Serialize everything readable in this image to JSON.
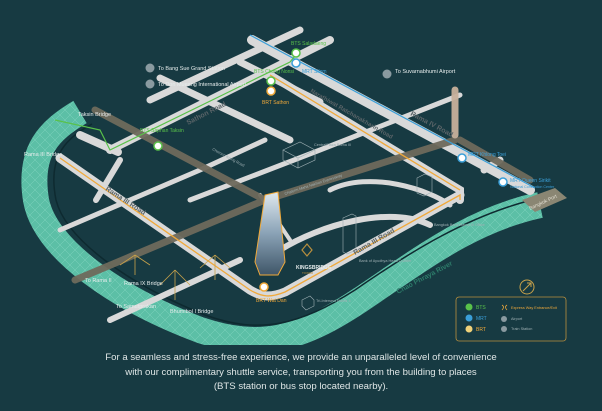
{
  "roads": {
    "rama4": "Rama IV Road",
    "sathon": "Sathon Road",
    "narathiwat": "Narathiwat Ratchanakharin Road",
    "rama3": "Rama III Road",
    "chalerm": "Chalerm Maha Nakhon Expressway",
    "charoen": "Charoen Krung Road",
    "river": "Chao Phraya River"
  },
  "stations": {
    "bts_saladaeng": "BTS Saladaeng",
    "mrt_silom": "MRT Silom",
    "bts_chong_nonsi": "BTS Chong Nonsi",
    "brt_sathon": "BRT Sathon",
    "bts_saphan_taksin": "BTS Saphan Taksin",
    "mrt_khlong_toei": "MRT Khlong Toei",
    "mrt_queen_sirikit": "MRT Queen Sirikit",
    "mrt_queen_sirikit_sub": "National Convention Center",
    "brt_wat_dan": "BRT Wat Dan"
  },
  "places": {
    "bang_sue": "To Bang Sue Grand Station",
    "don_mueang": "To Don Mueang International Airport",
    "suvarnabhumi": "To Suvarnabhumi Airport",
    "taksin_bridge": "Taksin Bridge",
    "rama3_bridge": "Rama III Bridge",
    "rama9_bridge": "Rama IX Bridge",
    "bhumibol_bridge": "Bhumibol I Bridge",
    "to_rama2": "To Rama II",
    "to_samutprakan": "To Samutprakan",
    "centralplaza": "CentralPlaza Rama III",
    "bangkok_bank": "Bangkok Bank Rama III Office",
    "bank_ayudhya": "Bank of Ayudhya Head Quarter",
    "tri_intersect": "Tri-Intersect Rama 3",
    "bangkok_port": "Bangkok Port",
    "kingbridge": "KINGSBRIDGE",
    "kingbridge_sub": "TOWER"
  },
  "legend": {
    "bts": "BTS",
    "mrt": "MRT",
    "brt": "BRT",
    "expressway": "Express Way Entrance/Exit",
    "airport": "Airport",
    "train": "Train Station"
  },
  "colors": {
    "background": "#173a42",
    "road": "#d9d9d9",
    "river": "#5cbfa6",
    "bts": "#59c14a",
    "mrt": "#3a9fd8",
    "brt": "#f0a93a",
    "expressway": "#6e6a5c"
  },
  "caption": [
    "For a seamless and stress-free experience, we provide an unparalleled level of convenience",
    "with our complimentary shuttle service, transporting you from the building to places",
    "(BTS station or bus stop located nearby)."
  ]
}
